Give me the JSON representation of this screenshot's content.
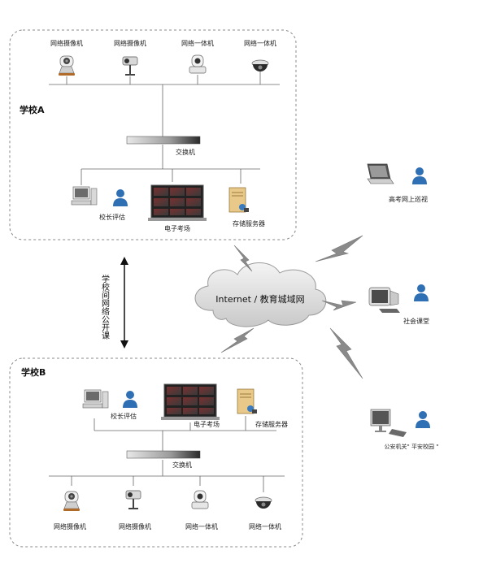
{
  "school_a": {
    "title": "学校A",
    "cameras": [
      "网络摄像机",
      "网络摄像机",
      "网络一体机",
      "网络一体机"
    ],
    "switch_label": "交换机",
    "principal_label": "校长评估",
    "exam_label": "电子考场",
    "storage_label": "存储服务器"
  },
  "school_b": {
    "title": "学校B",
    "cameras": [
      "网络摄像机",
      "网络摄像机",
      "网络一体机",
      "网络一体机"
    ],
    "switch_label": "交换机",
    "principal_label": "校长评估",
    "exam_label": "电子考场",
    "storage_label": "存储服务器"
  },
  "cloud_label": "Internet / 教育城域网",
  "link_label": "学校间网络公开课",
  "remote": {
    "exam_inspection": "高考网上巡视",
    "public_class": "社会课堂",
    "police": "公安机关\" 平安校园 \""
  }
}
